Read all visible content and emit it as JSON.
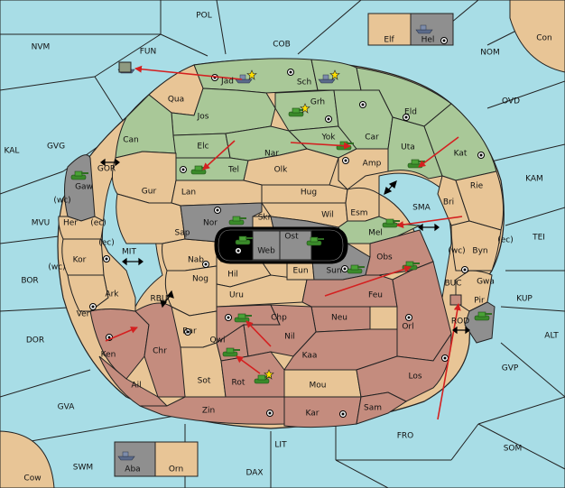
{
  "colors": {
    "sea": "#a8dde6",
    "land_neutral": "#e8c596",
    "power_green": "#a9c898",
    "power_red": "#c48c7e",
    "power_gray": "#8f8f8f",
    "order_arrow": "#d42020",
    "army_green": "#3a8a2a"
  },
  "labels": {
    "pol": "POL",
    "nvm": "NVM",
    "fun": "FUN",
    "cob": "COB",
    "elf": "Elf",
    "hel": "Hel",
    "con": "Con",
    "nom": "NOM",
    "ovd": "OVD",
    "kal": "KAL",
    "gvg": "GVG",
    "gor": "GOR",
    "gaw": "Gaw",
    "wc1": "(wc)",
    "mvu": "MVU",
    "her": "Her",
    "ec1": "(ec)",
    "ec2": "(ec)",
    "kor": "Kor",
    "wc2": "(wc)",
    "mit": "MIT",
    "bor": "BOR",
    "ark": "Ark",
    "rbu": "RBU",
    "ver": "Ver",
    "dor": "DOR",
    "ken": "Ken",
    "chr": "Chr",
    "ail": "Ail",
    "gva": "GVA",
    "jad": "Jad",
    "sch": "Sch",
    "qua": "Qua",
    "jos": "Jos",
    "grh": "Grh",
    "eld": "Eld",
    "can": "Can",
    "yok": "Yok",
    "car": "Car",
    "uta": "Uta",
    "kat": "Kat",
    "elc": "Elc",
    "nar": "Nar",
    "tel": "Tel",
    "olk": "Olk",
    "amp": "Amp",
    "gur": "Gur",
    "lan": "Lan",
    "hug": "Hug",
    "wil": "Wil",
    "esm": "Esm",
    "sma": "SMA",
    "bri": "Bri",
    "rie": "Rie",
    "kam": "KAM",
    "nor": "Nor",
    "skr": "Skr",
    "ost": "Ost",
    "web": "Web",
    "mel": "Mel",
    "sap": "Sap",
    "obs": "Obs",
    "wc3": "(wc)",
    "byn": "Byn",
    "ec3": "(ec)",
    "tei": "TEI",
    "nab": "Nab",
    "eun": "Eun",
    "sun": "Sun",
    "hil": "Hil",
    "nog": "Nog",
    "uru": "Uru",
    "feu": "Feu",
    "buc": "BUC",
    "gwa": "Gwa",
    "pir": "Pir",
    "kup": "KUP",
    "bar": "Bar",
    "chp": "Chp",
    "neu": "Neu",
    "orl": "Orl",
    "rod": "ROD",
    "qwi": "Qwi",
    "nil": "Nil",
    "alt": "ALT",
    "kaa": "Kaa",
    "sot": "Sot",
    "rot": "Rot",
    "mou": "Mou",
    "los": "Los",
    "gvp": "GVP",
    "zin": "Zin",
    "kar": "Kar",
    "sam": "Sam",
    "fro": "FRO",
    "som": "SOM",
    "lit": "LIT",
    "swm": "SWM",
    "aba": "Aba",
    "orn": "Orn",
    "dax": "DAX",
    "cow": "Cow"
  }
}
